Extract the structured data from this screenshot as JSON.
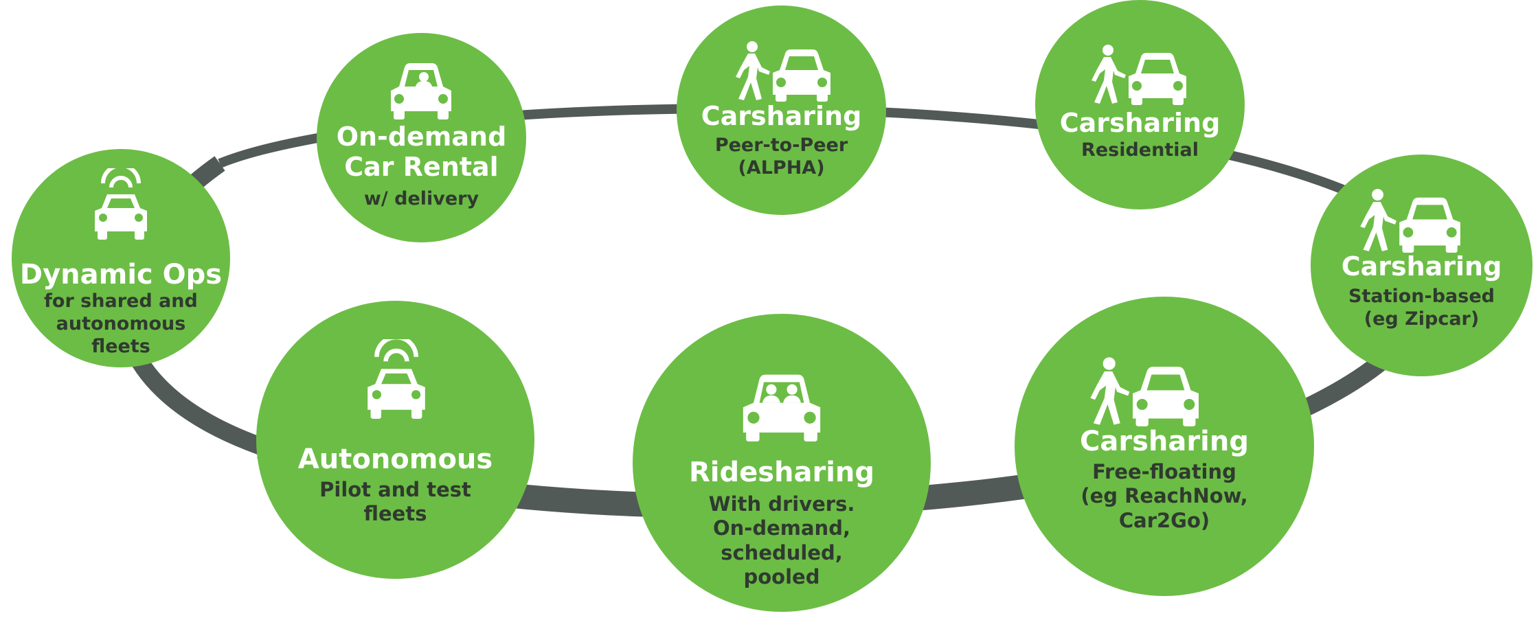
{
  "nodes": [
    {
      "title": "Dynamic Ops",
      "subtitle": [
        "for shared and",
        "autonomous",
        "fleets"
      ],
      "icon": "connected-car-icon"
    },
    {
      "title": "On-demand\nCar Rental",
      "subtitle": [
        "w/ delivery"
      ],
      "icon": "car-with-driver-icon"
    },
    {
      "title": "Carsharing",
      "subtitle": [
        "Peer-to-Peer",
        "(ALPHA)"
      ],
      "icon": "person-walking-to-car-icon"
    },
    {
      "title": "Carsharing",
      "subtitle": [
        "Residential"
      ],
      "icon": "person-walking-to-car-icon"
    },
    {
      "title": "Carsharing",
      "subtitle": [
        "Station-based",
        "(eg Zipcar)"
      ],
      "icon": "person-walking-to-car-icon"
    },
    {
      "title": "Autonomous",
      "subtitle": [
        "Pilot and test",
        "fleets"
      ],
      "icon": "connected-car-icon"
    },
    {
      "title": "Ridesharing",
      "subtitle": [
        "With drivers.",
        "On-demand,",
        "scheduled,",
        "pooled"
      ],
      "icon": "car-with-passengers-icon"
    },
    {
      "title": "Carsharing",
      "subtitle": [
        "Free-floating",
        "(eg ReachNow,",
        "Car2Go)"
      ],
      "icon": "person-walking-to-car-icon"
    }
  ],
  "colors": {
    "node": "#6cbd45",
    "ring": "#525a57",
    "title": "#ffffff",
    "subtitle": "#2f3a2f"
  }
}
